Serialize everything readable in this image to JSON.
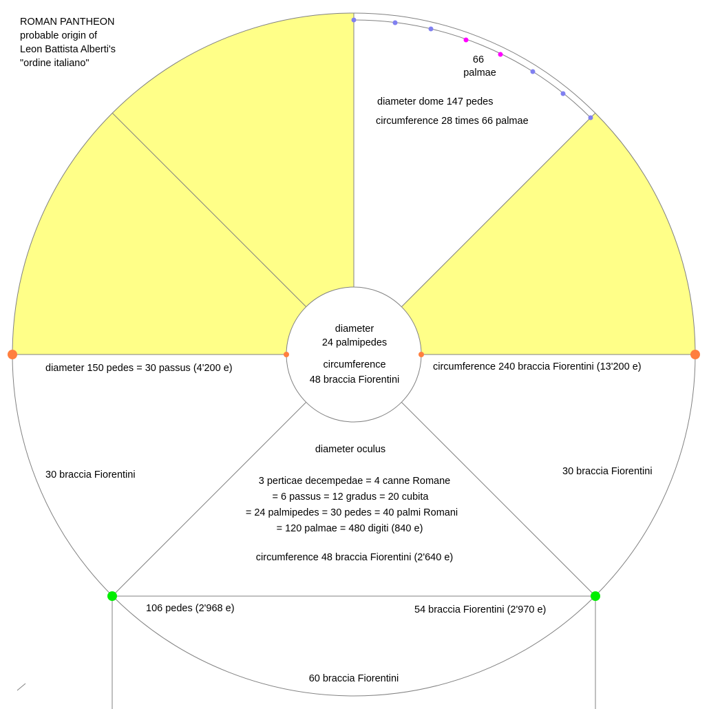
{
  "title": {
    "heading": "ROMAN PANTHEON",
    "line1": "probable origin of",
    "line2": "Leon Battista Alberti's",
    "line3": "\"ordine italiano\""
  },
  "labels": {
    "palmae_count": "66",
    "palmae_unit": "palmae",
    "diameter_dome": "diameter dome 147 pedes",
    "circumference_dome": "circumference 28 times 66 palmae",
    "oculus_diameter_title": "diameter",
    "oculus_diameter_value": "24 palmipedes",
    "oculus_circ_title": "circumference",
    "oculus_circ_value": "48 braccia Fiorentini",
    "diameter_150": "diameter 150 pedes = 30 passus (4'200 e)",
    "circumference_240": "circumference 240 braccia Fiorentini (13'200 e)",
    "left_30_braccia": "30 braccia Fiorentini",
    "right_30_braccia": "30 braccia Fiorentini",
    "diameter_oculus": "diameter oculus",
    "eq1": "3 perticae decempedae = 4 canne Romane",
    "eq2": "= 6 passus = 12 gradus = 20 cubita",
    "eq3": "= 24 palmipedes = 30 pedes = 40 palmi Romani",
    "eq4": "= 120 palmae = 480 digiti (840 e)",
    "circ_48": "circumference 48 braccia Fiorentini (2'640 e)",
    "pedes_106": "106 pedes (2'968 e)",
    "braccia_54": "54 braccia Fiorentini (2'970 e)",
    "braccia_60": "60 braccia Fiorentini"
  },
  "colors": {
    "sector_fill": "#ffff88",
    "line": "#808080",
    "orange_dot": "#ff7f3f",
    "green_dot": "#00ee00",
    "blue_dot": "#8080f0",
    "magenta_dot": "#ff00ff"
  }
}
